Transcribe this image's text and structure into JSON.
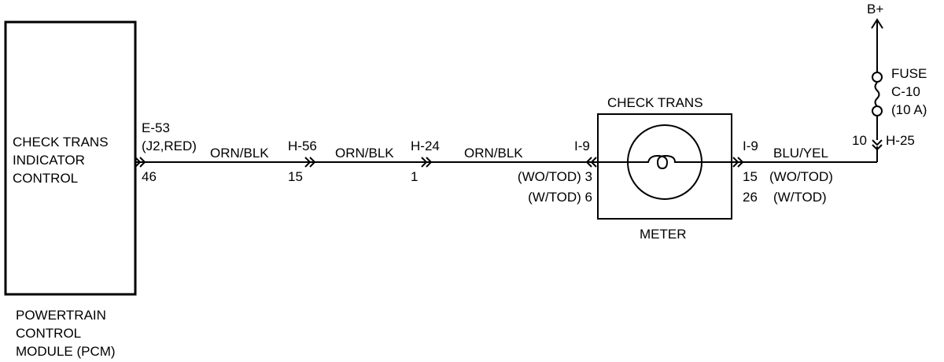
{
  "pcm": {
    "inner_lines": [
      "CHECK TRANS",
      "INDICATOR",
      "CONTROL"
    ],
    "title_lines": [
      "POWERTRAIN",
      "CONTROL",
      "MODULE (PCM)"
    ]
  },
  "connectors": {
    "e53_lines": [
      "E-53",
      "(J2,RED)"
    ],
    "e53_pin": "46",
    "h56": "H-56",
    "h56_pin": "15",
    "h24": "H-24",
    "h24_pin": "1",
    "i9_left": "I-9",
    "i9_left_pin_wo": "(WO/TOD) 3",
    "i9_left_pin_w": "(W/TOD)  6",
    "i9_right": "I-9",
    "i9_right_pin_wo": "15",
    "i9_right_pin_w": "26",
    "i9_right_note_wo": "(WO/TOD)",
    "i9_right_note_w": "(W/TOD)",
    "h25": "H-25",
    "h25_pin": "10"
  },
  "wires": {
    "seg1": "ORN/BLK",
    "seg2": "ORN/BLK",
    "seg3": "ORN/BLK",
    "seg4": "BLU/YEL"
  },
  "meter": {
    "lamp_label": "CHECK TRANS",
    "name": "METER"
  },
  "fuse": {
    "lines": [
      "FUSE",
      "C-10",
      "(10 A)"
    ]
  },
  "supply": {
    "label": "B+"
  }
}
